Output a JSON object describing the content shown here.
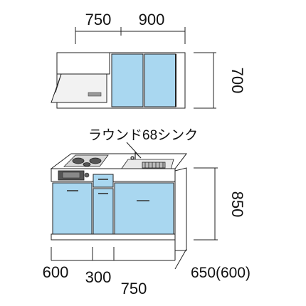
{
  "dimensions": {
    "upper_left_width": "750",
    "upper_right_width": "900",
    "upper_height": "700",
    "lower_height": "850",
    "lower_width_1": "600",
    "lower_width_2": "300",
    "lower_width_3": "750",
    "depth": "650(600)"
  },
  "sink_label": "ラウンド68シンク",
  "colors": {
    "panel_blue": "#a9d7f0",
    "line": "#222222",
    "body_white": "#ffffff",
    "hood_gray": "#f2f2f2"
  }
}
